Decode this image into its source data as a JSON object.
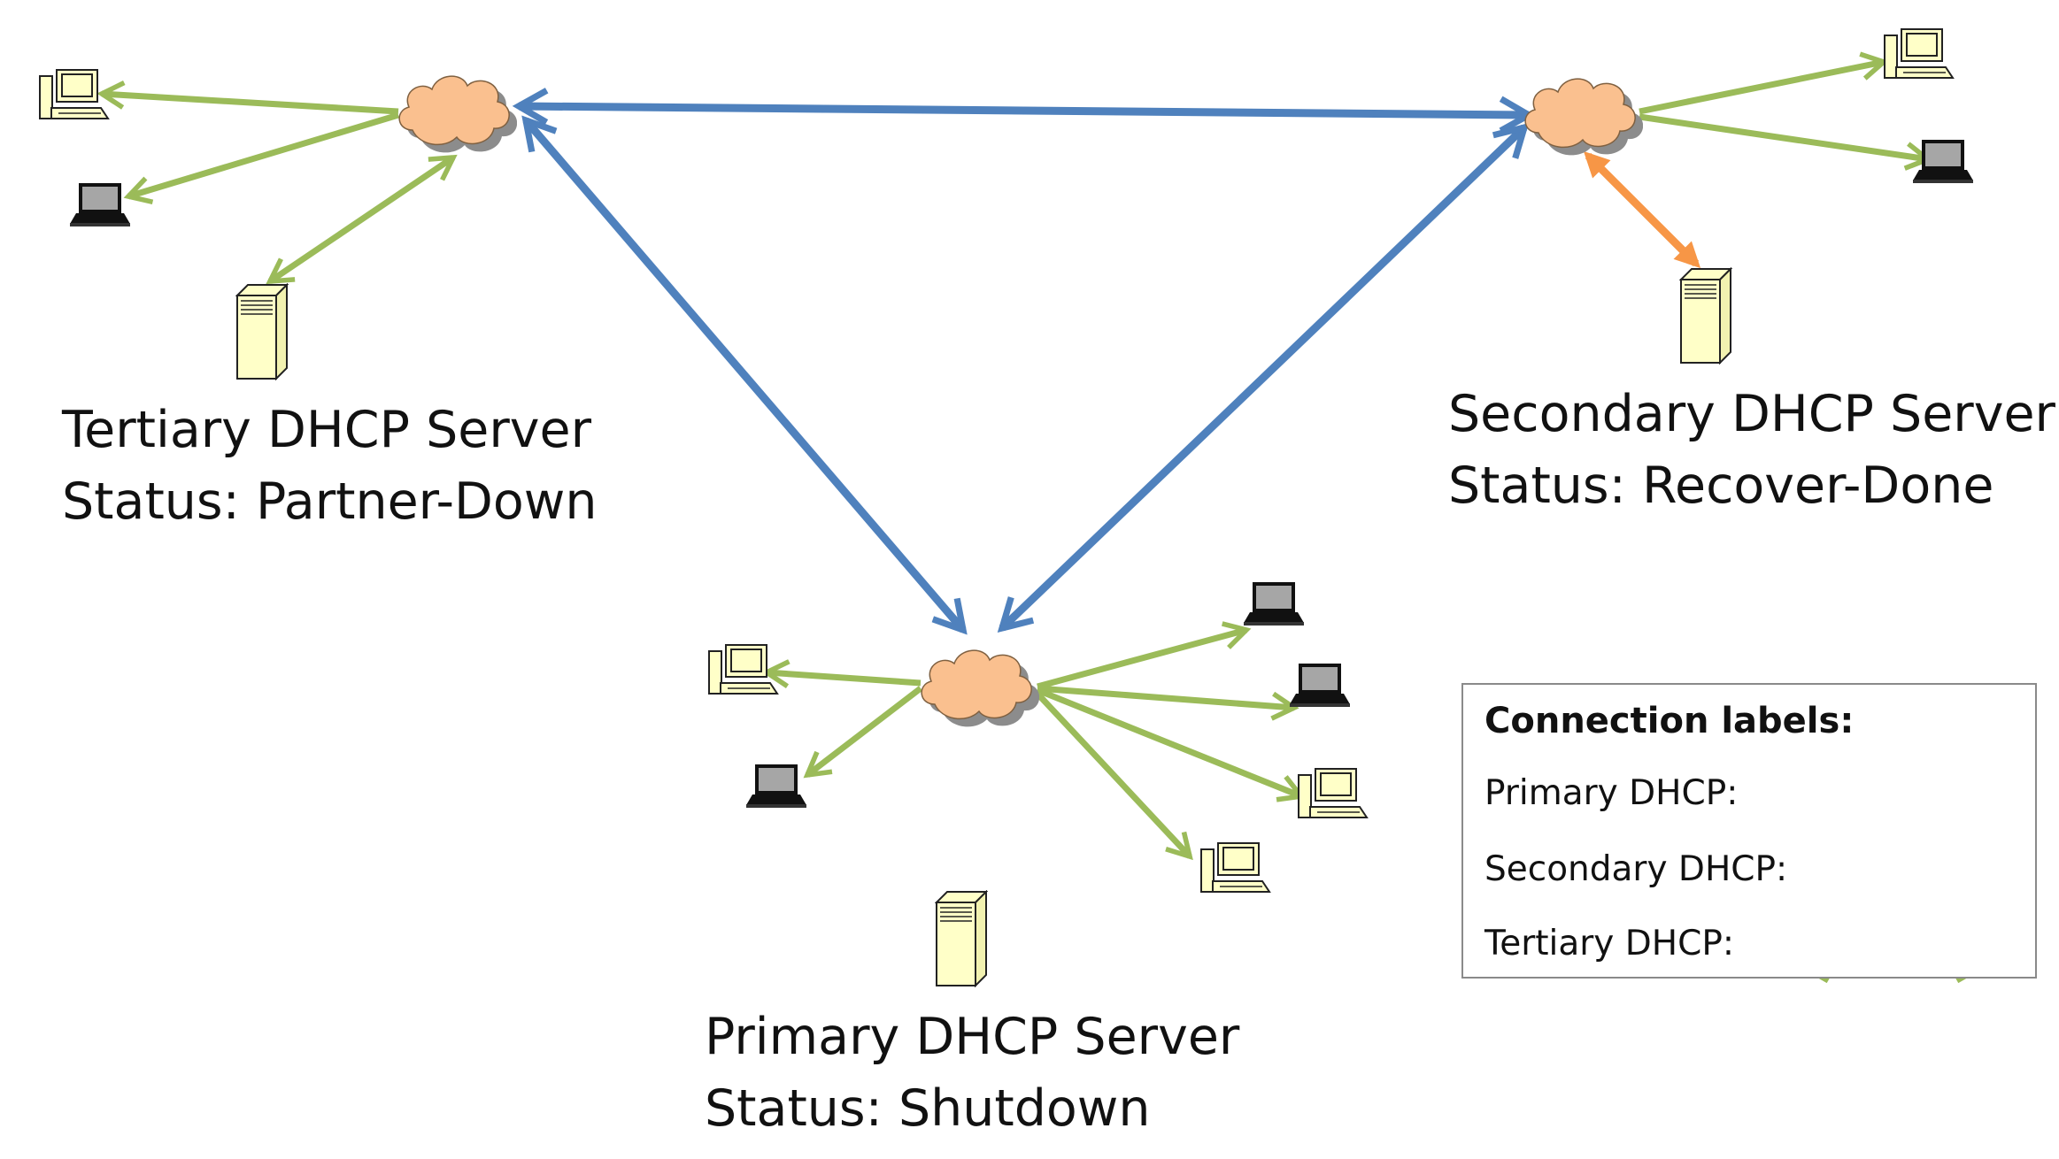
{
  "servers": {
    "tertiary": {
      "name": "Tertiary DHCP Server",
      "status": "Status: Partner-Down"
    },
    "secondary": {
      "name": "Secondary DHCP Server",
      "status": "Status: Recover-Done"
    },
    "primary": {
      "name": "Primary DHCP Server",
      "status": "Status: Shutdown"
    }
  },
  "legend": {
    "title": "Connection labels:",
    "items": [
      {
        "label": "Primary DHCP:",
        "color": "#c0504d"
      },
      {
        "label": "Secondary DHCP:",
        "color": "#f79646"
      },
      {
        "label": "Tertiary DHCP:",
        "color": "#9bbb59"
      }
    ]
  },
  "colors": {
    "backbone": "#4f81bd",
    "cloud": "#fac08f",
    "cloud_shadow": "#8c8c8c",
    "device_fill": "#ffffc8"
  },
  "icons": [
    "cloud-icon",
    "desktop-computer-icon",
    "laptop-icon",
    "server-tower-icon"
  ]
}
